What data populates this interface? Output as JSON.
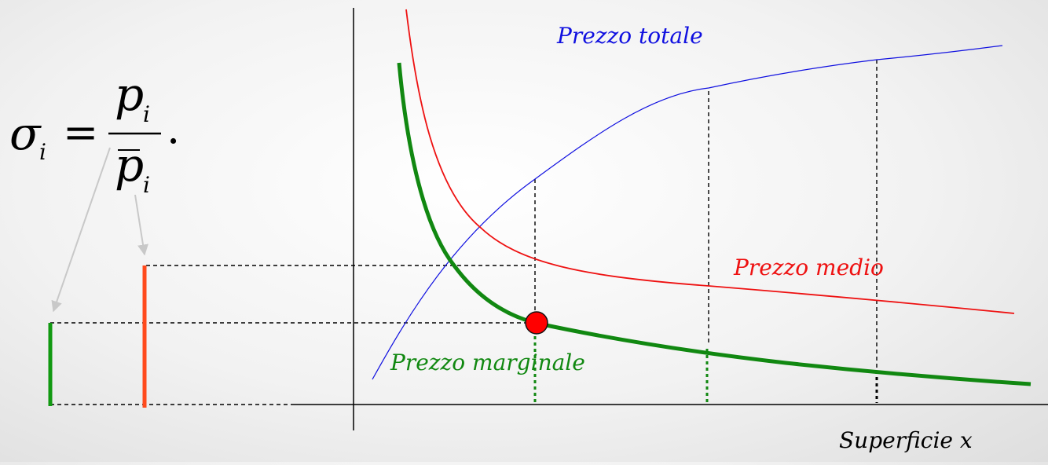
{
  "formula": {
    "lhs_symbol": "σ",
    "lhs_subscript": "i",
    "equals": "=",
    "numerator_symbol": "p",
    "numerator_subscript": "i",
    "denominator_symbol": "p",
    "denominator_subscript": "i",
    "period": "."
  },
  "labels": {
    "total_price": "Prezzo totale",
    "average_price": "Prezzo medio",
    "marginal_price": "Prezzo marginale",
    "x_axis": "Superficie x"
  },
  "colors": {
    "total": "#1010e0",
    "average": "#ee1111",
    "marginal": "#118811",
    "orange_bar": "#ff4a1c",
    "green_bar": "#119911",
    "point": "#ff0000",
    "guide": "#000000",
    "pointer_arrow": "#c8c8c8"
  }
}
